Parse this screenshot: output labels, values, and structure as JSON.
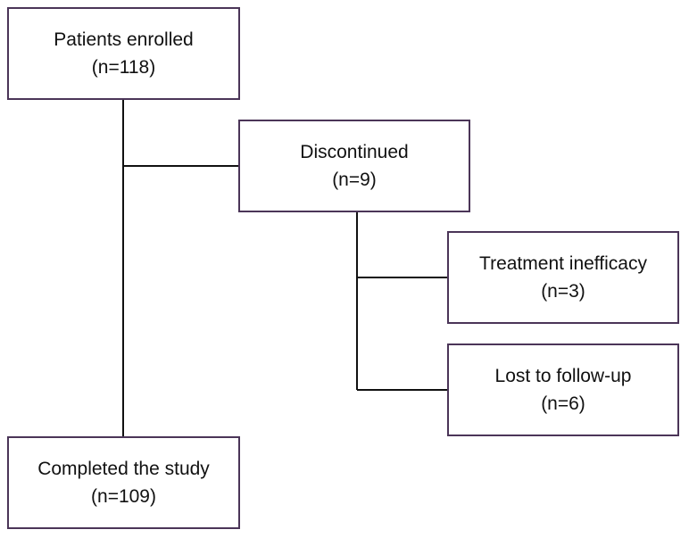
{
  "flowchart": {
    "enrolled": {
      "label": "Patients enrolled",
      "count": "(n=118)"
    },
    "discontinued": {
      "label": "Discontinued",
      "count": "(n=9)"
    },
    "inefficacy": {
      "label": "Treatment inefficacy",
      "count": "(n=3)"
    },
    "lost": {
      "label": "Lost to follow-up",
      "count": "(n=6)"
    },
    "completed": {
      "label": "Completed the study",
      "count": "(n=109)"
    }
  },
  "colors": {
    "box_border": "#4b3558",
    "connector": "#111111"
  }
}
